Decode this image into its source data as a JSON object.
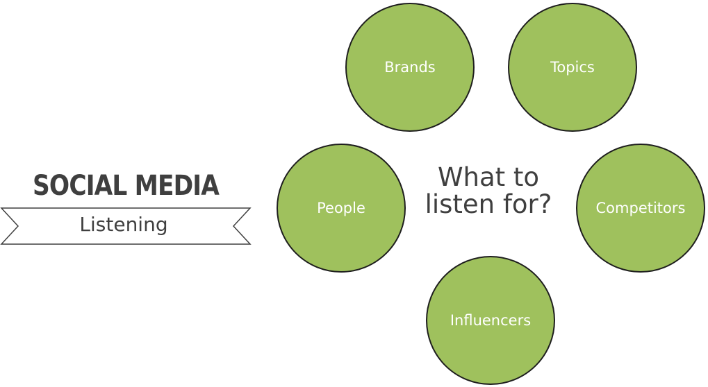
{
  "title": {
    "main": "SOCIAL MEDIA",
    "sub": "Listening"
  },
  "center_question": {
    "line1": "What to",
    "line2": "listen for?"
  },
  "nodes": [
    {
      "label": "Brands"
    },
    {
      "label": "Topics"
    },
    {
      "label": "People"
    },
    {
      "label": "Competitors"
    },
    {
      "label": "Influencers"
    }
  ],
  "colors": {
    "circle_fill": "#9fc15d",
    "circle_border": "#1e1e1e",
    "text_dark": "#3f3f3f"
  }
}
